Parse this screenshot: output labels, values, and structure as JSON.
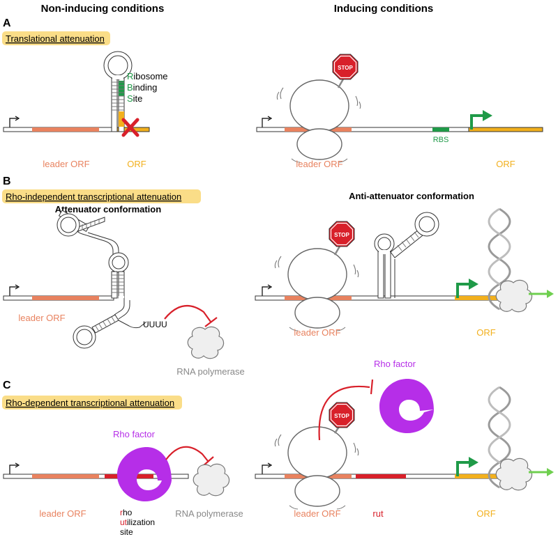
{
  "headers": {
    "left": "Non-inducing conditions",
    "right": "Inducing conditions"
  },
  "panels": {
    "A": {
      "letter": "A",
      "title": "Translational attenuation",
      "rbs_lines": [
        {
          "initial": "R",
          "rest": "ibosome"
        },
        {
          "initial": "B",
          "rest": "inding"
        },
        {
          "initial": "S",
          "rest": "ite"
        }
      ],
      "left_leader": "leader ORF",
      "left_orf": "ORF",
      "stop": "STOP",
      "rbs": "RBS",
      "right_leader": "leader ORF",
      "right_orf": "ORF"
    },
    "B": {
      "letter": "B",
      "title": "Rho-independent transcriptional attenuation",
      "left_conf": "Attenuator conformation",
      "right_conf": "Anti-attenuator conformation",
      "uuuu": "UUUU",
      "left_leader": "leader ORF",
      "polymerase": "RNA polymerase",
      "stop": "STOP",
      "right_leader": "leader ORF",
      "right_orf": "ORF"
    },
    "C": {
      "letter": "C",
      "title": "Rho-dependent transcriptional attenuation",
      "rho_left": "Rho factor",
      "left_leader": "leader ORF",
      "rut_lines": [
        {
          "initial": "r",
          "rest": "ho"
        },
        {
          "initial": "ut",
          "rest": "ilization"
        },
        {
          "initial": "",
          "rest": "site"
        }
      ],
      "polymerase": "RNA polymerase",
      "rho_right": "Rho factor",
      "stop": "STOP",
      "right_leader": "leader ORF",
      "rut": "rut",
      "right_orf": "ORF"
    }
  },
  "colors": {
    "leader": "#e8825f",
    "orf": "#f2b01d",
    "rbs": "#1f9a48",
    "rho": "#b62ee8",
    "red": "#d8202a",
    "gray": "#888888",
    "highlight": "#fadd88",
    "rut": "#d8202a"
  }
}
